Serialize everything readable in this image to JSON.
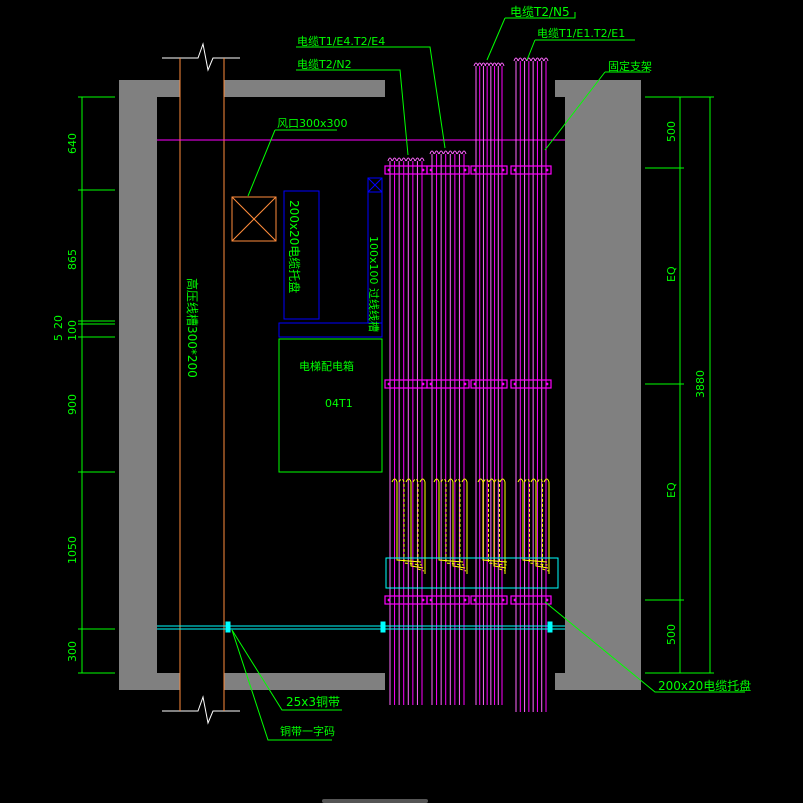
{
  "colors": {
    "background": "#000000",
    "wall": "#808080",
    "room": "#000000",
    "dimension": "#00ff00",
    "cable": "#ff00ff",
    "riser_edge": "#ff66ff",
    "tray_outline": "#0000ff",
    "hv_conduit": "#ff8c3c",
    "cabinet": "#00ff00",
    "sleeve": "#ffff00",
    "steel_strip": "#00ffff"
  },
  "labels": {
    "cable_t1e4_t2e4": "电缆T1/E4.T2/E4",
    "cable_t2n2": "电缆T2/N2",
    "cable_t2n5": "电缆T2/N5",
    "cable_t1e1_t2e1": "电缆T1/E1.T2/E1",
    "fixed_bracket": "固定支架",
    "vent_opening": "风口300x300",
    "tray_200x20": "200x20电缆托盘",
    "trunk_100x100": "100x100 过线线槽",
    "hv_trunk": "高压线槽300*200",
    "elevator_box_title": "电梯配电箱",
    "elevator_box_id": "04T1",
    "steel_strip_25x3": "25x3铜带",
    "steel_strip_straight": "铜带一字码",
    "tray_bottom": "200x20电缆托盘"
  },
  "dimensions_left": [
    "640",
    "865",
    "5",
    "20",
    "100",
    "900",
    "1050",
    "300"
  ],
  "dimensions_right": [
    "500",
    "EQ",
    "3880",
    "EQ",
    "500"
  ]
}
